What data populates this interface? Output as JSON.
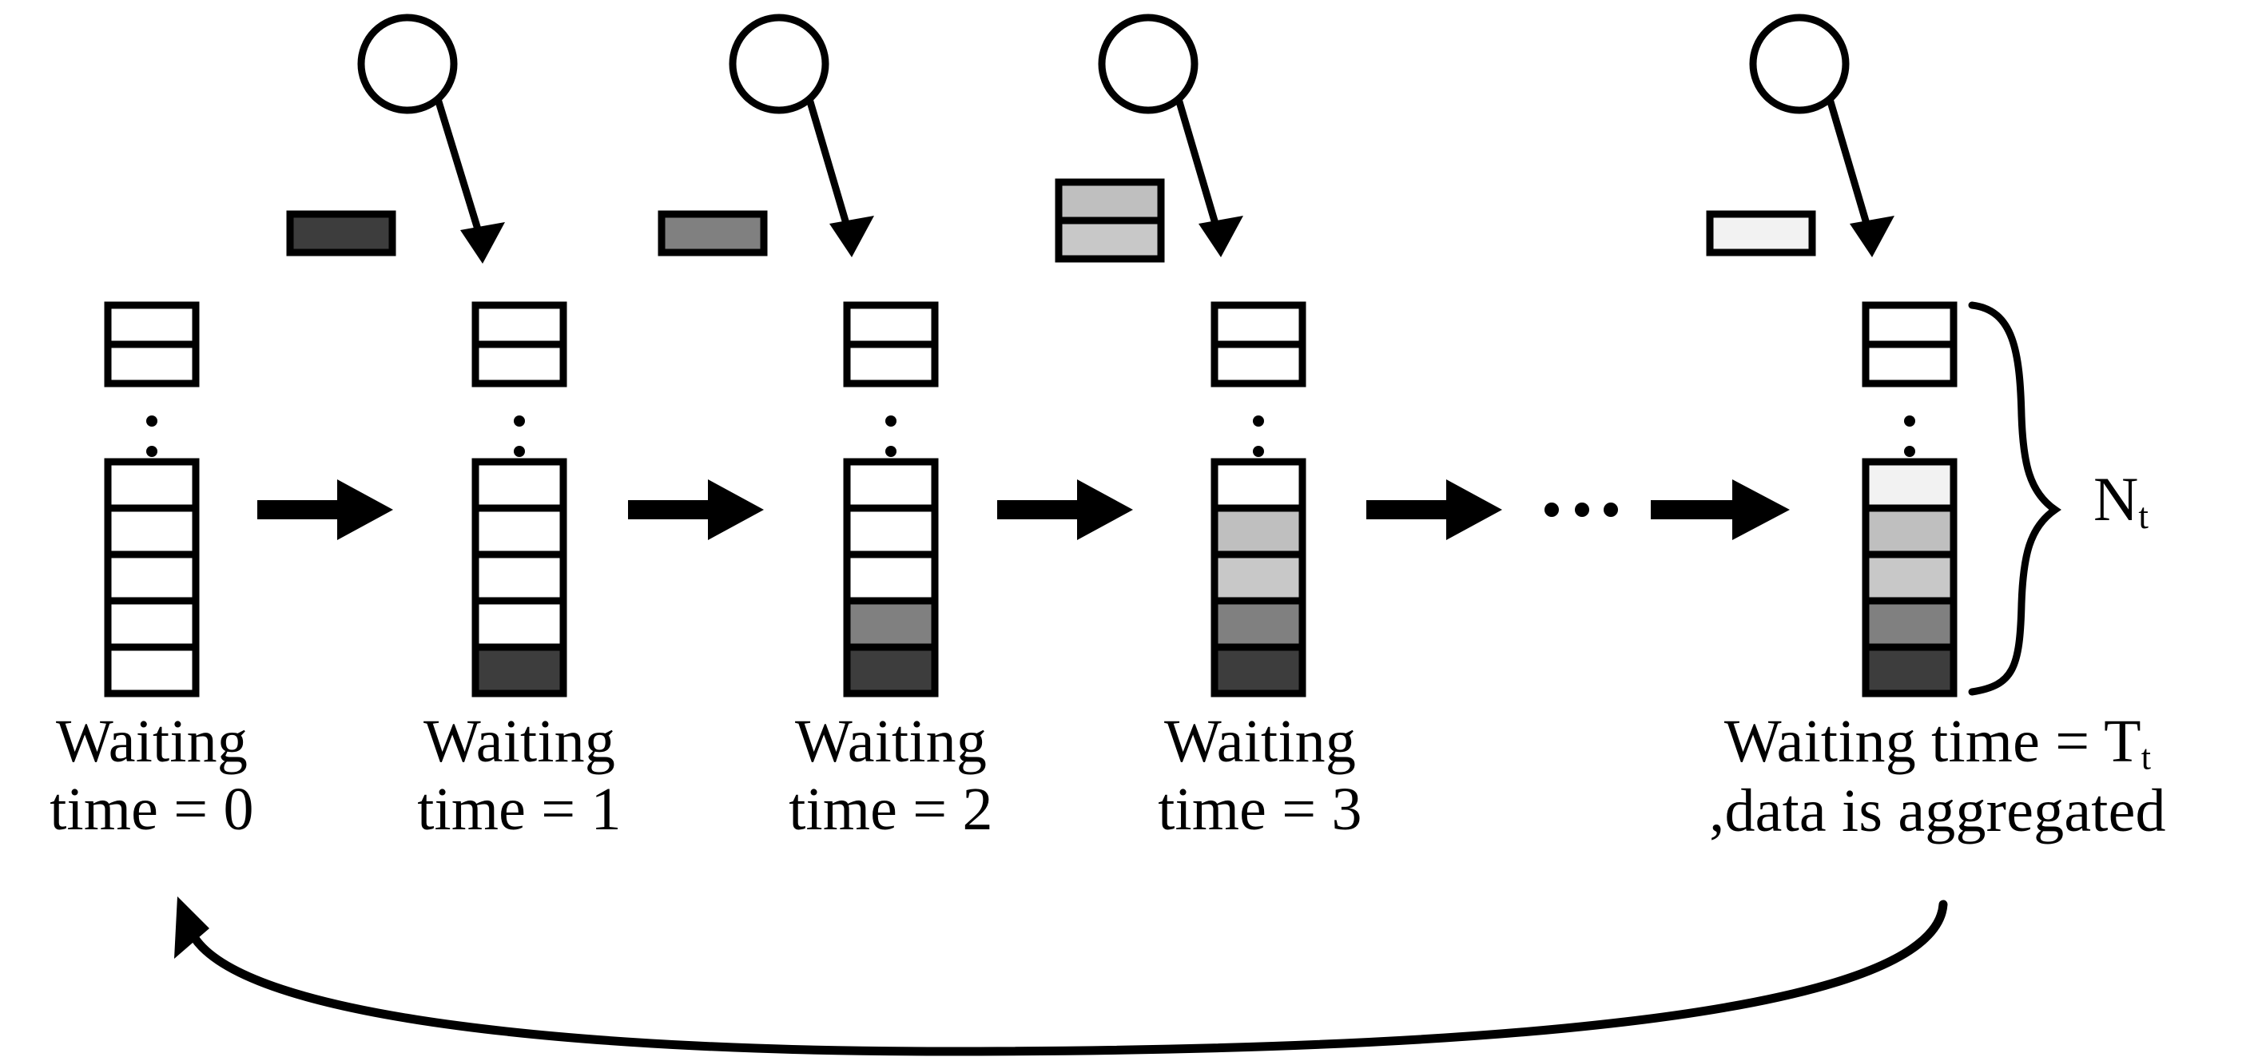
{
  "diagram": {
    "title": "Waiting-time queue aggregation process",
    "background_color": "#ffffff",
    "stroke_color": "#000000",
    "palette": {
      "empty": "#ffffff",
      "shade_1_darkest": "#3d3d3d",
      "shade_2_dark": "#808080",
      "shade_3_mid": "#bfbfbf",
      "shade_4_light": "#c8c8c8",
      "shade_5_lightest": "#f2f2f2"
    },
    "stages": [
      {
        "id": "stage-0",
        "label_line1": "Waiting",
        "label_line2": "time = 0",
        "label_text": "Waiting\ntime = 0",
        "has_source_node": false,
        "has_packet_swatch": false,
        "packet_swatch_cells": [],
        "top_box_cells": [
          "#ffffff",
          "#ffffff"
        ],
        "vertical_ellipsis_dots": 3,
        "main_box_cells": [
          "#ffffff",
          "#ffffff",
          "#ffffff",
          "#ffffff",
          "#ffffff"
        ],
        "filled_count": 0
      },
      {
        "id": "stage-1",
        "label_line1": "Waiting",
        "label_line2": "time = 1",
        "label_text": "Waiting\ntime = 1",
        "has_source_node": true,
        "has_packet_swatch": true,
        "packet_swatch_cells": [
          "#3d3d3d"
        ],
        "top_box_cells": [
          "#ffffff",
          "#ffffff"
        ],
        "vertical_ellipsis_dots": 3,
        "main_box_cells": [
          "#ffffff",
          "#ffffff",
          "#ffffff",
          "#ffffff",
          "#3d3d3d"
        ],
        "filled_count": 1
      },
      {
        "id": "stage-2",
        "label_line1": "Waiting",
        "label_line2": "time = 2",
        "label_text": "Waiting\ntime = 2",
        "has_source_node": true,
        "has_packet_swatch": true,
        "packet_swatch_cells": [
          "#808080"
        ],
        "top_box_cells": [
          "#ffffff",
          "#ffffff"
        ],
        "vertical_ellipsis_dots": 3,
        "main_box_cells": [
          "#ffffff",
          "#ffffff",
          "#ffffff",
          "#808080",
          "#3d3d3d"
        ],
        "filled_count": 2
      },
      {
        "id": "stage-3",
        "label_line1": "Waiting",
        "label_line2": "time = 3",
        "label_text": "Waiting\ntime = 3",
        "has_source_node": true,
        "has_packet_swatch": true,
        "packet_swatch_cells": [
          "#bfbfbf",
          "#c8c8c8"
        ],
        "top_box_cells": [
          "#ffffff",
          "#ffffff"
        ],
        "vertical_ellipsis_dots": 3,
        "main_box_cells": [
          "#ffffff",
          "#bfbfbf",
          "#c8c8c8",
          "#808080",
          "#3d3d3d"
        ],
        "filled_count": 4
      },
      {
        "id": "stage-final",
        "label_line1": "Waiting time = T",
        "label_sub1": "t",
        "label_line2": ",data is aggregated",
        "label_text": "Waiting time = Tₜ\n,data is aggregated",
        "has_source_node": true,
        "has_packet_swatch": true,
        "packet_swatch_cells": [
          "#f2f2f2"
        ],
        "top_box_cells": [
          "#ffffff",
          "#ffffff"
        ],
        "vertical_ellipsis_dots": 3,
        "main_box_cells": [
          "#f2f2f2",
          "#bfbfbf",
          "#c8c8c8",
          "#808080",
          "#3d3d3d"
        ],
        "filled_count": 5
      }
    ],
    "flow_arrows": 5,
    "horizontal_ellipsis_dots": 3,
    "brace": {
      "label_base": "N",
      "label_sub": "t",
      "label_text": "Nₜ"
    },
    "feedback_arrow": {
      "description": "loop back from final stage to first stage"
    }
  }
}
